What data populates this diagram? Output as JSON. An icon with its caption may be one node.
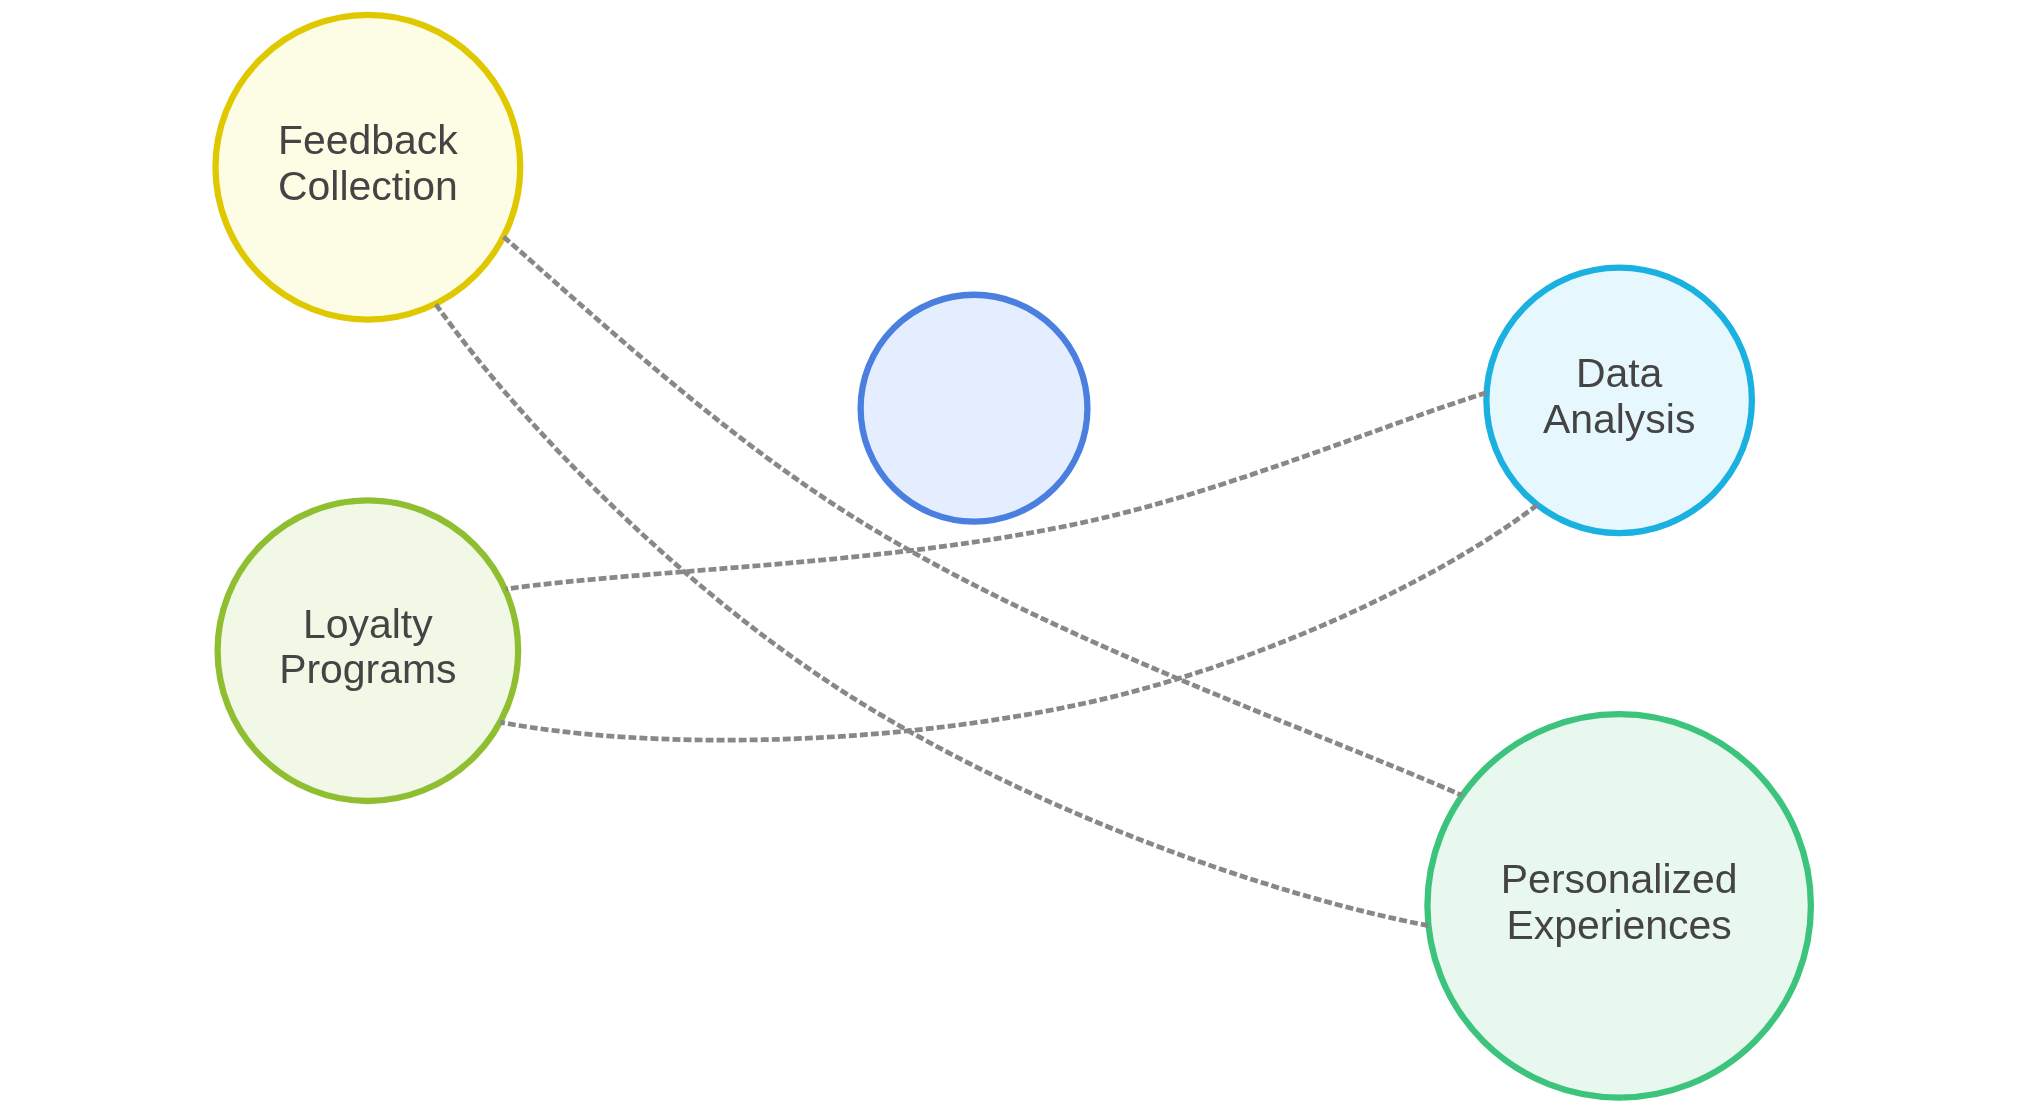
{
  "diagram": {
    "nodes": [
      {
        "text": [
          "Feedback Collection"
        ]
      },
      {
        "text": [
          "Data Analysis"
        ]
      },
      {
        "text": [],
        "shape": "circle"
      },
      {
        "text": [
          "Loyalty Programs"
        ]
      },
      {
        "text": [
          "Personalized Experiences"
        ]
      }
    ],
    "edges": [
      {
        "from": 0,
        "to": 4,
        "arrow": "none",
        "style": "dashed"
      },
      {
        "from": 0,
        "to": 4,
        "arrow": "none",
        "style": "dashed"
      },
      {
        "from": 1,
        "to": 3,
        "arrow": "none",
        "style": "dashed"
      },
      {
        "from": 1,
        "to": 3,
        "arrow": "none",
        "style": "dashed"
      }
    ]
  }
}
